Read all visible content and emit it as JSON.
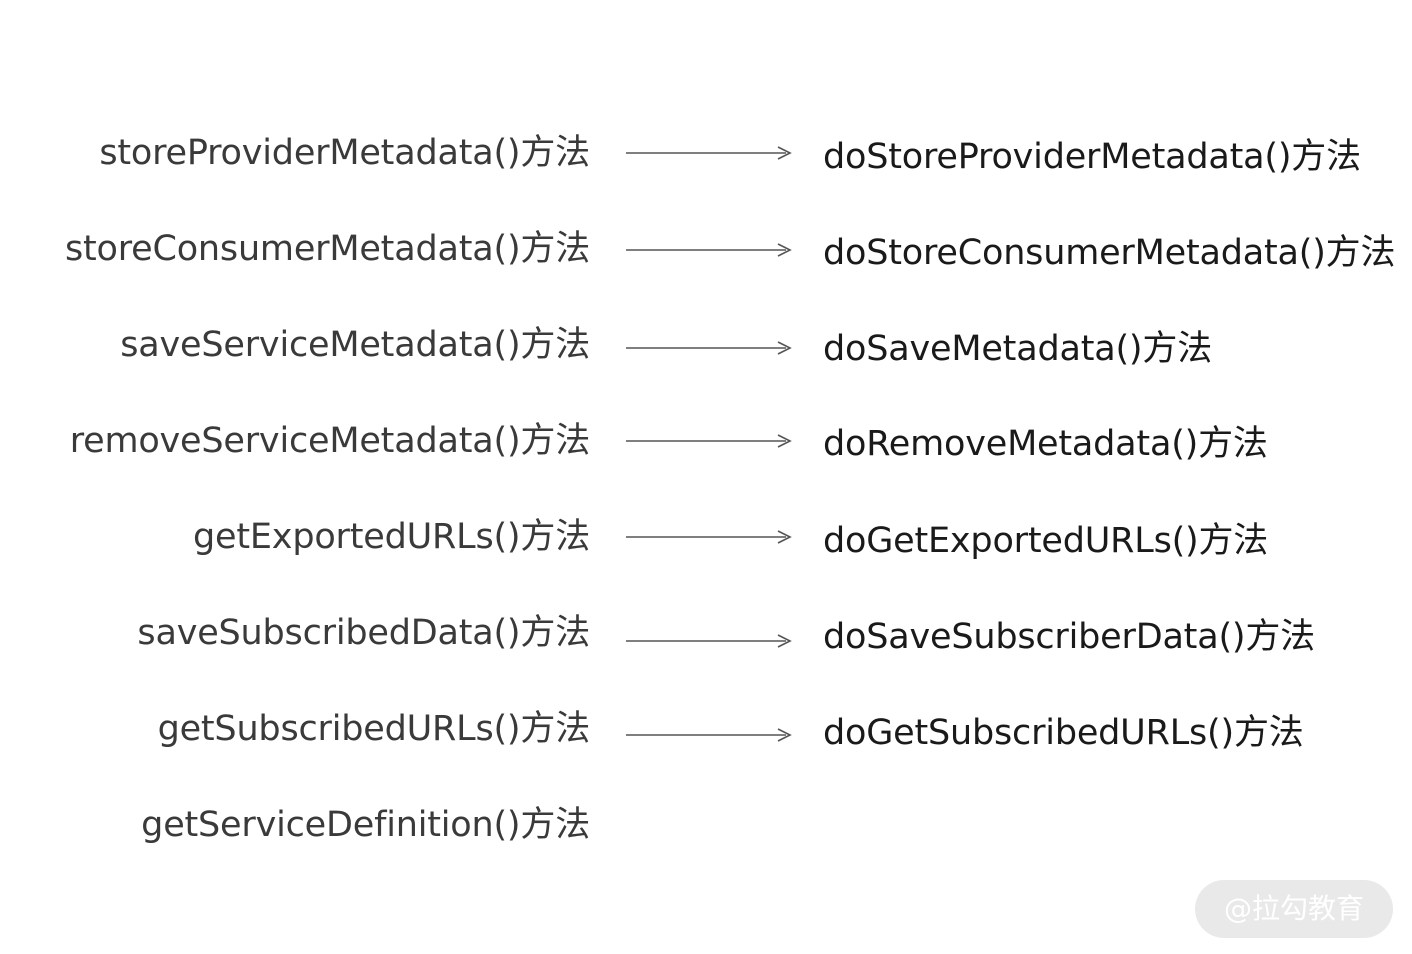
{
  "mappings": [
    {
      "source": "storeProviderMetadata()方法",
      "target": "doStoreProviderMetadata()方法"
    },
    {
      "source": "storeConsumerMetadata()方法",
      "target": "doStoreConsumerMetadata()方法"
    },
    {
      "source": "saveServiceMetadata()方法",
      "target": "doSaveMetadata()方法"
    },
    {
      "source": "removeServiceMetadata()方法",
      "target": "doRemoveMetadata()方法"
    },
    {
      "source": "getExportedURLs()方法",
      "target": "doGetExportedURLs()方法"
    },
    {
      "source": "saveSubscribedData()方法",
      "target": "doSaveSubscriberData()方法"
    },
    {
      "source": "getSubscribedURLs()方法",
      "target": "doGetSubscribedURLs()方法"
    },
    {
      "source": "getServiceDefinition()方法",
      "target": null
    }
  ],
  "watermark": "@拉勾教育",
  "colors": {
    "source_text": "#3a3a3a",
    "target_text": "#1a1a1a",
    "arrow": "#555555",
    "watermark_bg": "#e9e9e9"
  }
}
